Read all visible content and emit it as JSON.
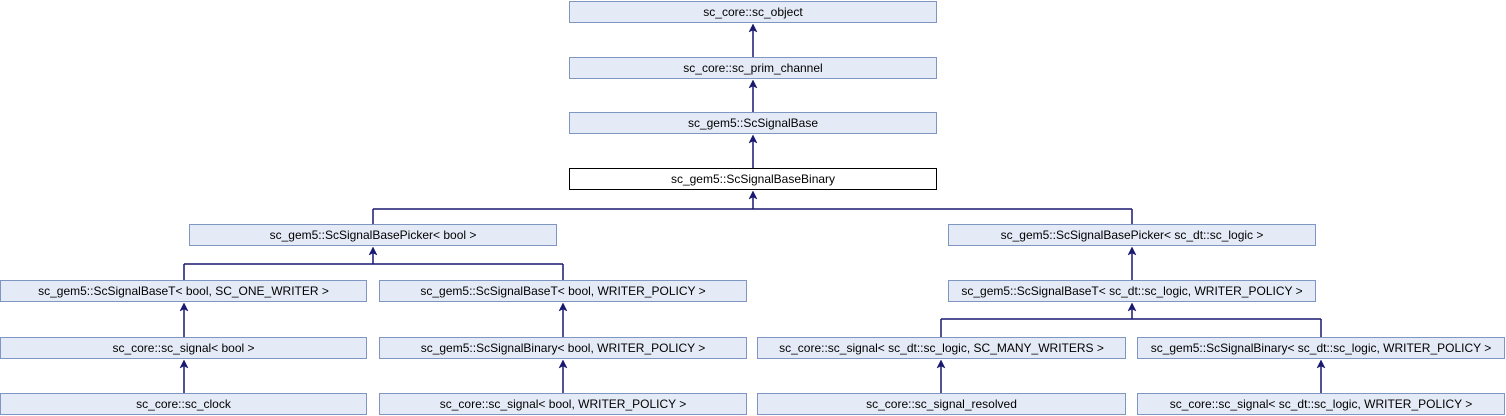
{
  "diagram": {
    "type": "class-inheritance-graph",
    "root_class": "sc_gem5::ScSignalBaseBinary"
  },
  "colors": {
    "node_fill": "#e4eaf6",
    "node_border": "#7f95c2",
    "highlight_fill": "#ffffff",
    "highlight_border": "#000000",
    "edge": "#191970",
    "text": "#000000"
  },
  "nodes": {
    "sc_object": {
      "label": "sc_core::sc_object"
    },
    "sc_prim_channel": {
      "label": "sc_core::sc_prim_channel"
    },
    "sc_signal_base": {
      "label": "sc_gem5::ScSignalBase"
    },
    "sc_signal_base_binary": {
      "label": "sc_gem5::ScSignalBaseBinary"
    },
    "picker_bool": {
      "label": "sc_gem5::ScSignalBasePicker< bool >"
    },
    "picker_logic": {
      "label": "sc_gem5::ScSignalBasePicker< sc_dt::sc_logic >"
    },
    "baset_bool_one_writer": {
      "label": "sc_gem5::ScSignalBaseT< bool, SC_ONE_WRITER >"
    },
    "baset_bool_writer_policy": {
      "label": "sc_gem5::ScSignalBaseT< bool, WRITER_POLICY >"
    },
    "baset_logic_writer_policy": {
      "label": "sc_gem5::ScSignalBaseT< sc_dt::sc_logic, WRITER_POLICY >"
    },
    "signal_bool": {
      "label": "sc_core::sc_signal< bool >"
    },
    "binary_bool_writer_policy": {
      "label": "sc_gem5::ScSignalBinary< bool, WRITER_POLICY >"
    },
    "signal_logic_many_writers": {
      "label": "sc_core::sc_signal< sc_dt::sc_logic, SC_MANY_WRITERS >"
    },
    "binary_logic_writer_policy": {
      "label": "sc_gem5::ScSignalBinary< sc_dt::sc_logic, WRITER_POLICY >"
    },
    "sc_clock": {
      "label": "sc_core::sc_clock"
    },
    "signal_bool_writer_policy": {
      "label": "sc_core::sc_signal< bool, WRITER_POLICY >"
    },
    "signal_resolved": {
      "label": "sc_core::sc_signal_resolved"
    },
    "signal_logic_writer_policy": {
      "label": "sc_core::sc_signal< sc_dt::sc_logic, WRITER_POLICY >"
    }
  },
  "edges": [
    {
      "from": "sc_prim_channel",
      "to": "sc_object"
    },
    {
      "from": "sc_signal_base",
      "to": "sc_prim_channel"
    },
    {
      "from": "sc_signal_base_binary",
      "to": "sc_signal_base"
    },
    {
      "from": "picker_bool",
      "to": "sc_signal_base_binary"
    },
    {
      "from": "picker_logic",
      "to": "sc_signal_base_binary"
    },
    {
      "from": "baset_bool_one_writer",
      "to": "picker_bool"
    },
    {
      "from": "baset_bool_writer_policy",
      "to": "picker_bool"
    },
    {
      "from": "baset_logic_writer_policy",
      "to": "picker_logic"
    },
    {
      "from": "signal_bool",
      "to": "baset_bool_one_writer"
    },
    {
      "from": "binary_bool_writer_policy",
      "to": "baset_bool_writer_policy"
    },
    {
      "from": "signal_logic_many_writers",
      "to": "baset_logic_writer_policy"
    },
    {
      "from": "binary_logic_writer_policy",
      "to": "baset_logic_writer_policy"
    },
    {
      "from": "sc_clock",
      "to": "signal_bool"
    },
    {
      "from": "signal_bool_writer_policy",
      "to": "binary_bool_writer_policy"
    },
    {
      "from": "signal_resolved",
      "to": "signal_logic_many_writers"
    },
    {
      "from": "signal_logic_writer_policy",
      "to": "binary_logic_writer_policy"
    }
  ]
}
